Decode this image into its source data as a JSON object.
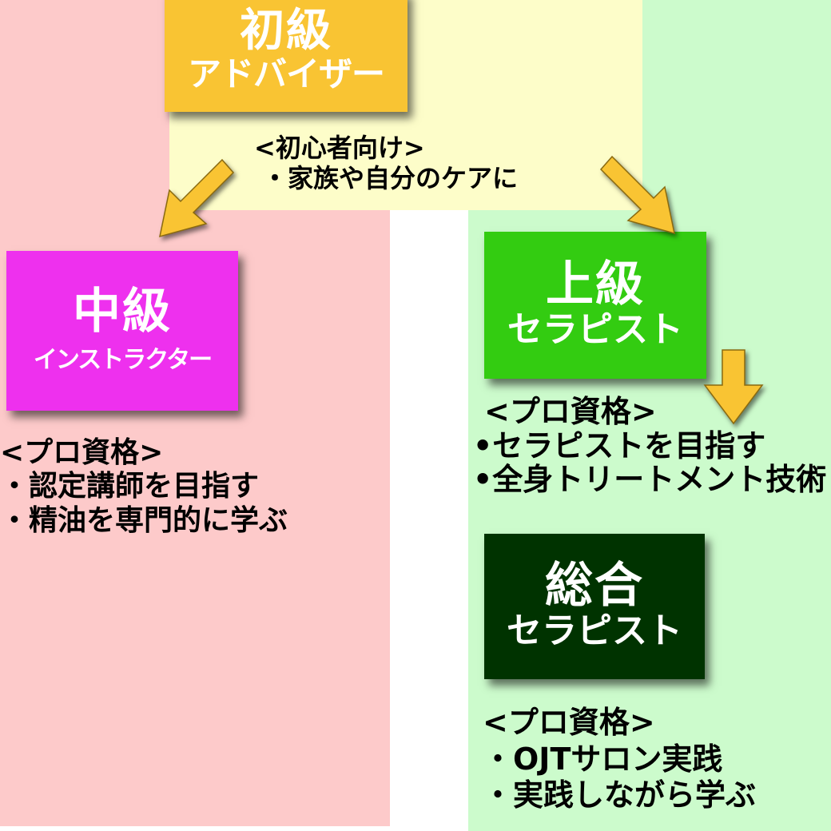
{
  "colors": {
    "left_panel": "#fdcaca",
    "right_panel": "#ccfbcc",
    "top_panel": "#fdfdc9",
    "beginner_box": "#f9c433",
    "intermediate_box": "#ee30ee",
    "advanced_box": "#33cc11",
    "general_box": "#003300",
    "arrow": "#f9c433"
  },
  "beginner": {
    "title": "初級",
    "subtitle": "アドバイザー",
    "note_heading": "<初心者向け>",
    "note_items": [
      "・家族や自分のケアに"
    ]
  },
  "intermediate": {
    "title": "中級",
    "subtitle": "インストラクター",
    "note_heading": "<プロ資格>",
    "note_items": [
      "・認定講師を目指す",
      "・精油を専門的に学ぶ"
    ]
  },
  "advanced": {
    "title": "上級",
    "subtitle": "セラピスト",
    "note_heading": "<プロ資格>",
    "note_items": [
      "•セラピストを目指す",
      "•全身トリートメント技術"
    ]
  },
  "general": {
    "title": "総合",
    "subtitle": "セラピスト",
    "note_heading": "<プロ資格>",
    "note_items": [
      "・OJTサロン実践",
      "・実践しながら学ぶ"
    ]
  },
  "arrows": [
    {
      "name": "arrow-to-intermediate",
      "icon": "arrow-down-left"
    },
    {
      "name": "arrow-to-advanced",
      "icon": "arrow-down-right"
    },
    {
      "name": "arrow-to-general",
      "icon": "arrow-down"
    }
  ]
}
